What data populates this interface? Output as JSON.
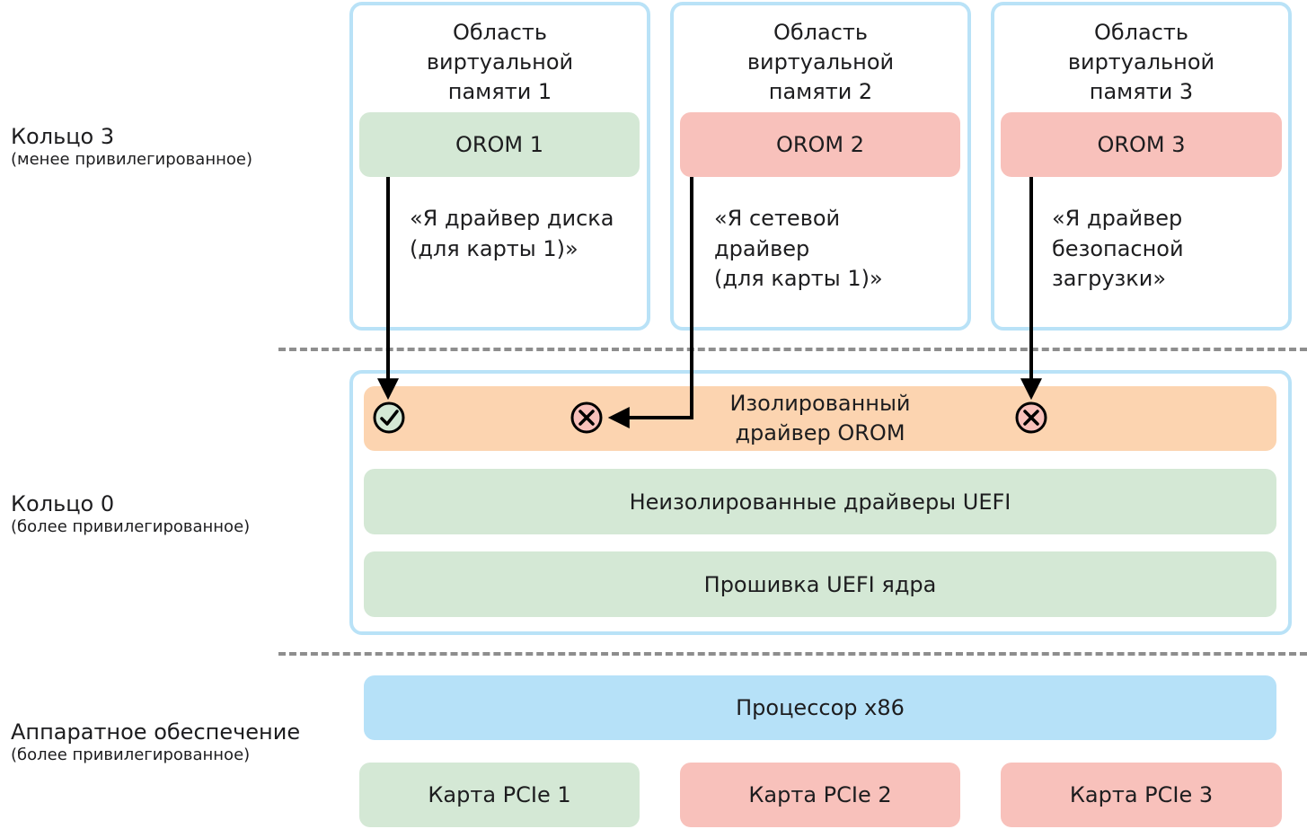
{
  "rings": {
    "ring3": {
      "title": "Кольцо 3",
      "subtitle": "(менее привилегированное)"
    },
    "ring0": {
      "title": "Кольцо 0",
      "subtitle": "(более привилегированное)"
    },
    "hardware": {
      "title": "Аппаратное обеспечение",
      "subtitle": "(более привилегированное)"
    }
  },
  "vm_spaces": [
    {
      "title_line1": "Область",
      "title_line2": "виртуальной",
      "title_line3": "памяти 1",
      "orom": "OROM 1",
      "orom_color": "#d4e8d5",
      "quote_lines": [
        "«Я драйвер диска",
        "(для карты 1)»"
      ]
    },
    {
      "title_line1": "Область",
      "title_line2": "виртуальной",
      "title_line3": "памяти 2",
      "orom": "OROM 2",
      "orom_color": "#f8c1bb",
      "quote_lines": [
        "«Я сетевой",
        "драйвер",
        "(для карты 1)»"
      ]
    },
    {
      "title_line1": "Область",
      "title_line2": "виртуальной",
      "title_line3": "памяти 3",
      "orom": "OROM 3",
      "orom_color": "#f8c1bb",
      "quote_lines": [
        "«Я драйвер",
        "безопасной",
        "загрузки»"
      ]
    }
  ],
  "ring0_layers": {
    "isolated_driver_line1": "Изолированный",
    "isolated_driver_line2": "драйвер OROM",
    "uefi_drivers": "Неизолированные драйверы UEFI",
    "uefi_firmware": "Прошивка UEFI ядра"
  },
  "hardware_layers": {
    "cpu": "Процессор x86",
    "cards": [
      "Карта PCIe 1",
      "Карта PCIe 2",
      "Карта PCIe 3"
    ]
  },
  "colors": {
    "border_blue": "#b9e2f7",
    "green": "#d4e8d5",
    "red": "#f8c1bb",
    "orange": "#fcd4b0",
    "blue": "#b6e1f8",
    "dash": "#8e8e8e"
  },
  "icons": {
    "accepted": "check-circle-icon",
    "rejected": "x-circle-icon"
  }
}
